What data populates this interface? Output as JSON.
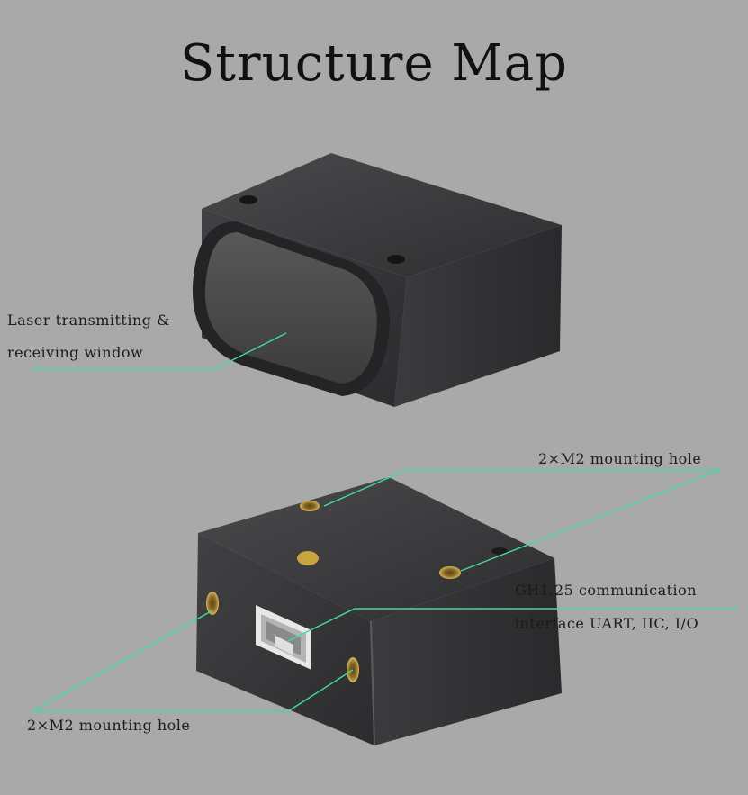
{
  "title": "Structure Map",
  "callouts": {
    "laser_window_line1": "Laser transmitting &",
    "laser_window_line2": "receiving window",
    "top_mounting": "2×M2 mounting hole",
    "gh_interface_line1": "GH1.25 communication",
    "gh_interface_line2": "interface UART, IIC, I/O",
    "front_mounting": "2×M2 mounting hole"
  },
  "colors": {
    "background": "#a9a9a9",
    "leader_line": "#3fdc9f",
    "module_body": "#38383a",
    "lens": "#4a4a4a",
    "brass": "#c9a44a"
  }
}
